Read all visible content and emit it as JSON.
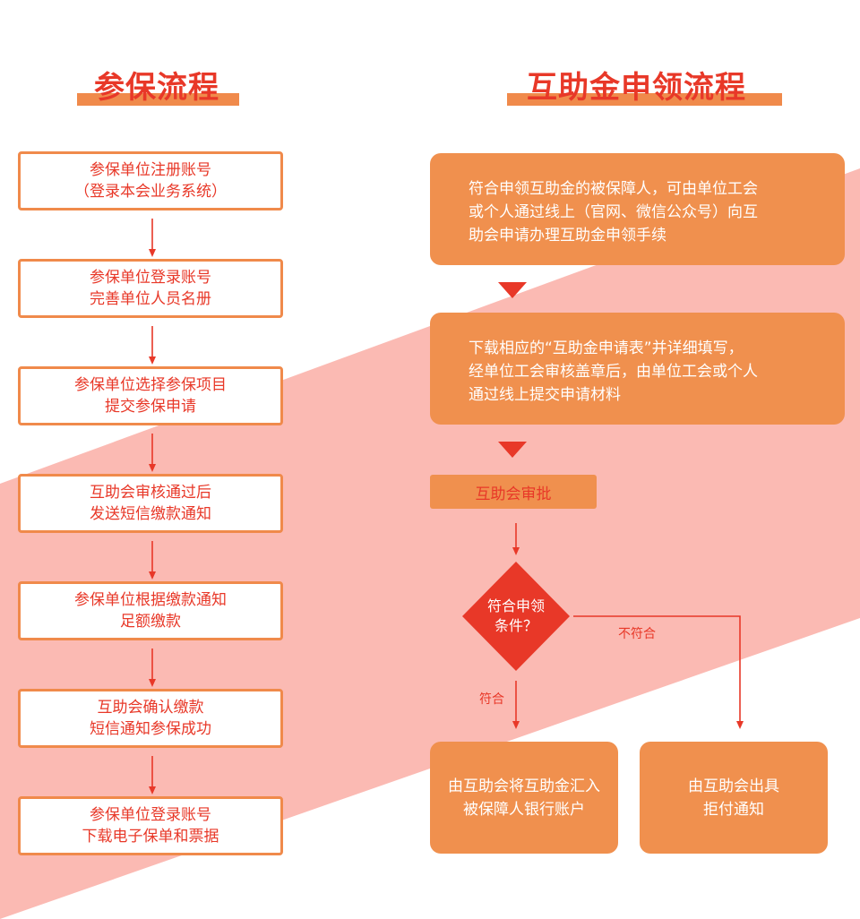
{
  "left": {
    "title": "参保流程",
    "steps": [
      {
        "line1": "参保单位注册账号",
        "line2": "（登录本会业务系统）"
      },
      {
        "line1": "参保单位登录账号",
        "line2": "完善单位人员名册"
      },
      {
        "line1": "参保单位选择参保项目",
        "line2": "提交参保申请"
      },
      {
        "line1": "互助会审核通过后",
        "line2": "发送短信缴款通知"
      },
      {
        "line1": "参保单位根据缴款通知",
        "line2": "足额缴款"
      },
      {
        "line1": "互助会确认缴款",
        "line2": "短信通知参保成功"
      },
      {
        "line1": "参保单位登录账号",
        "line2": "下载电子保单和票据"
      }
    ]
  },
  "right": {
    "title": "互助金申领流程",
    "box1": {
      "line1": "符合申领互助金的被保障人，可由单位工会",
      "line2": "或个人通过线上（官网、微信公众号）向互",
      "line3": "助会申请办理互助金申领手续"
    },
    "box2": {
      "line1": "下载相应的“互助金申请表”并详细填写，",
      "line2": "经单位工会审核盖章后，由单位工会或个人",
      "line3": "通过线上提交申请材料"
    },
    "approve": "互助会审批",
    "decision": {
      "line1": "符合申领",
      "line2": "条件？"
    },
    "yes_label": "符合",
    "no_label": "不符合",
    "yes_box": {
      "line1": "由互助会将互助金汇入",
      "line2": "被保障人银行账户"
    },
    "no_box": {
      "line1": "由互助会出具",
      "line2": "拒付通知"
    }
  },
  "colors": {
    "accent_red": "#e83828",
    "box_orange": "#f0904e",
    "band_pink": "#fbbab3",
    "title_bar": "#f08a4b"
  }
}
